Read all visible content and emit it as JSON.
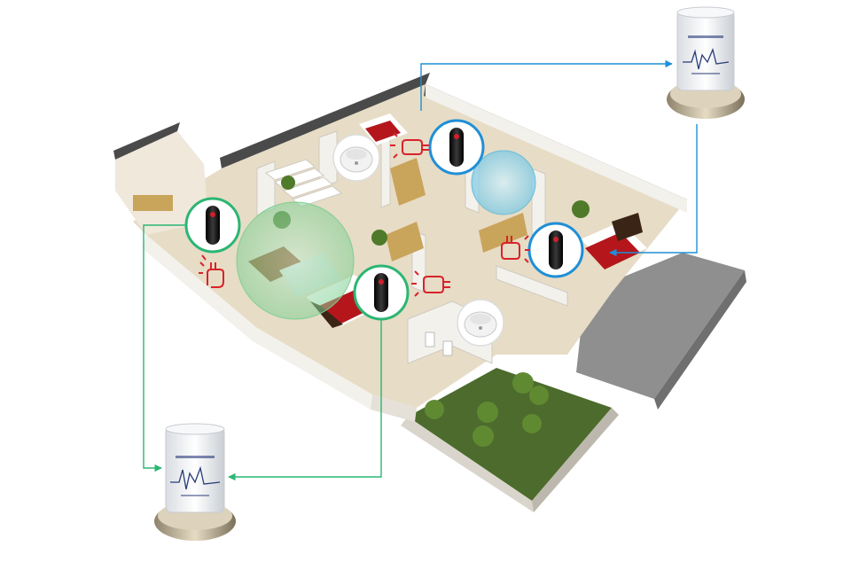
{
  "colors": {
    "background": "#ffffff",
    "link_green": "#2bb673",
    "link_blue": "#1f8fd6",
    "floor_light": "#e7dcc6",
    "wall": "#f3f1ec",
    "wall_shadow": "#cfcac0",
    "terrace": "#8f8f8f",
    "lawn": "#4c6b2c",
    "button_black": "#1a1a1a",
    "button_red": "#d0202a",
    "pressure_icon_red": "#d8232a",
    "green_zone": "#9ed3a8",
    "blue_zone": "#8fd0e8",
    "base_gold": "#b9ab8f"
  },
  "devices": {
    "pendant_buttons": [
      {
        "name": "pendant-button-left",
        "ring": "green"
      },
      {
        "name": "pendant-button-center",
        "ring": "green"
      },
      {
        "name": "pendant-button-top",
        "ring": "blue"
      },
      {
        "name": "pendant-button-right",
        "ring": "blue"
      }
    ],
    "smoke_detectors": [
      {
        "name": "smoke-detector-top"
      },
      {
        "name": "smoke-detector-center"
      }
    ],
    "receivers": [
      {
        "name": "receiver-top-right",
        "link": "blue"
      },
      {
        "name": "receiver-bottom-left",
        "link": "green"
      }
    ],
    "press_icons": [
      {
        "name": "press-icon-left"
      },
      {
        "name": "press-icon-center"
      },
      {
        "name": "press-icon-top"
      },
      {
        "name": "press-icon-right"
      }
    ]
  }
}
